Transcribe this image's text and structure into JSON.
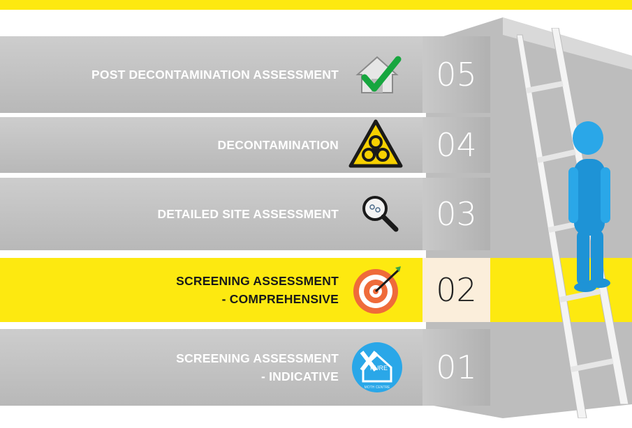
{
  "colors": {
    "accent_yellow": "#fde910",
    "band_gray": "#c7c7c7",
    "band_dark": "#8f8f8f",
    "active_num_face": "#fbeedb",
    "figure_blue": "#2aa7e8"
  },
  "steps": [
    {
      "number": "05",
      "label_lines": [
        "POST DECONTAMINATION ASSESSMENT"
      ],
      "icon": "house-check-icon",
      "active": false
    },
    {
      "number": "04",
      "label_lines": [
        "DECONTAMINATION"
      ],
      "icon": "biohazard-icon",
      "active": false
    },
    {
      "number": "03",
      "label_lines": [
        "DETAILED SITE ASSESSMENT"
      ],
      "icon": "magnifier-icon",
      "active": false
    },
    {
      "number": "02",
      "label_lines": [
        "SCREENING ASSESSMENT",
        "- COMPREHENSIVE"
      ],
      "icon": "target-dart-icon",
      "active": true
    },
    {
      "number": "01",
      "label_lines": [
        "SCREENING ASSESSMENT",
        "- INDICATIVE"
      ],
      "icon": "pure-logo-icon",
      "active": false
    }
  ],
  "logo": {
    "brand_text": "PURE",
    "sub_text": "MOTH CENTRE"
  }
}
